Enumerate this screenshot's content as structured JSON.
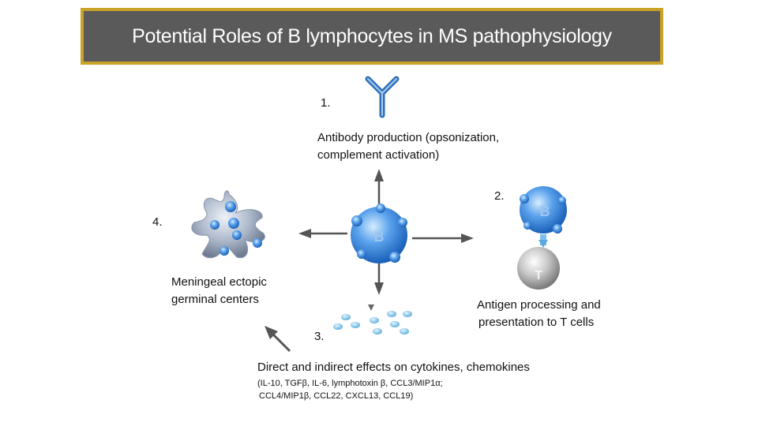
{
  "title": "Potential Roles of B lymphocytes in MS pathophysiology",
  "roles": {
    "antibody": {
      "number": "1.",
      "line1": "Antibody production (opsonization,",
      "line2": "complement activation)"
    },
    "antigen": {
      "number": "2.",
      "line1": "Antigen processing and",
      "line2": "presentation to T cells"
    },
    "cytokines": {
      "number": "3.",
      "heading": "Direct and indirect effects on cytokines, chemokines",
      "detail1": "(IL-10, TGFβ, IL-6, lymphotoxin β, CCL3/MIP1α;",
      "detail2": "CCL4/MIP1β, CCL22, CXCL13, CCL19)"
    },
    "germinal": {
      "number": "4.",
      "line1": "Meningeal ectopic",
      "line2": "germinal centers"
    }
  },
  "cells": {
    "center_b": "B",
    "b_cell_2": "B",
    "t_cell": "T"
  },
  "colors": {
    "title_bg": "#5a5a5a",
    "title_border": "#c9a227",
    "b_cell": "#2f7fd8",
    "t_cell": "#9a9a9a"
  },
  "icons": [
    "antibody-icon",
    "b-cell-icon",
    "t-cell-icon",
    "dendritic-cell-icon",
    "cytokine-dots-icon",
    "arrow-icon"
  ]
}
